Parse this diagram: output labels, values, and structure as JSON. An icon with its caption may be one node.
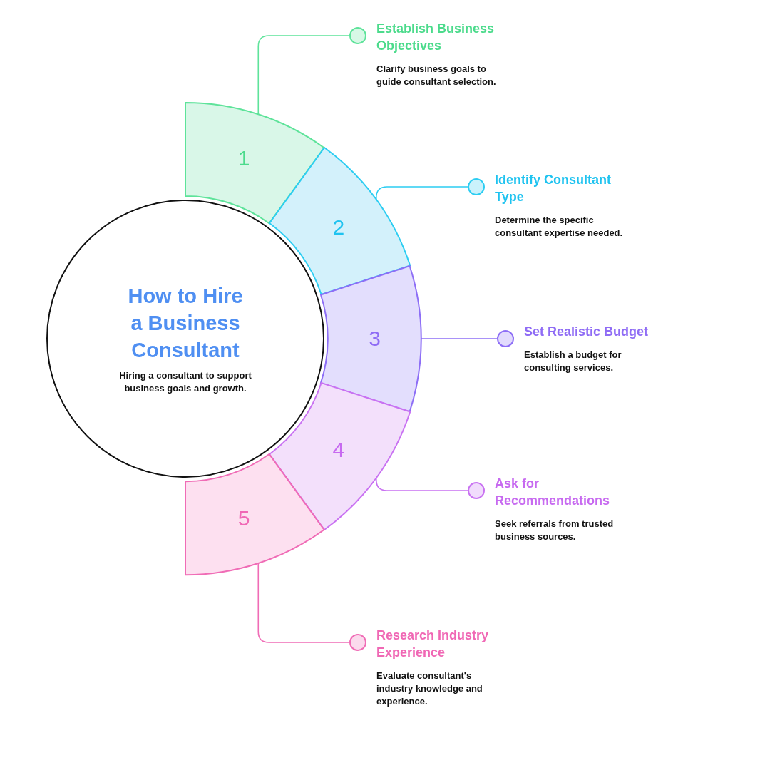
{
  "diagram": {
    "nodes": [
      {
        "text": [
          "How to Hire a Business Consultant",
          "Hiring a consultant to support business goals and growth."
        ]
      },
      {
        "text": [
          "1"
        ]
      },
      {
        "text": [
          "2"
        ]
      },
      {
        "text": [
          "3"
        ]
      },
      {
        "text": [
          "4"
        ]
      },
      {
        "text": [
          "5"
        ]
      },
      {
        "text": [
          "Establish Business Objectives",
          "Clarify business goals to guide consultant selection."
        ]
      },
      {
        "text": [
          "Identify Consultant Type",
          "Determine the specific consultant expertise needed."
        ]
      },
      {
        "text": [
          "Set Realistic Budget",
          "Establish a budget for consulting services."
        ]
      },
      {
        "text": [
          "Ask for Recommendations",
          "Seek referrals from trusted business sources."
        ]
      },
      {
        "text": [
          "Research Industry Experience",
          "Evaluate consultant's industry knowledge and experience."
        ]
      }
    ],
    "edges": [
      {
        "from": 1,
        "to": 6,
        "arrow": "other",
        "color": "#5ee39a"
      },
      {
        "from": 2,
        "to": 7,
        "arrow": "other",
        "color": "#2ccdf2"
      },
      {
        "from": 3,
        "to": 8,
        "arrow": "other",
        "color": "#8d6ef6"
      },
      {
        "from": 4,
        "to": 9,
        "arrow": "other",
        "color": "#c972f2"
      },
      {
        "from": 5,
        "to": 10,
        "arrow": "other",
        "color": "#f06cb6"
      }
    ]
  }
}
